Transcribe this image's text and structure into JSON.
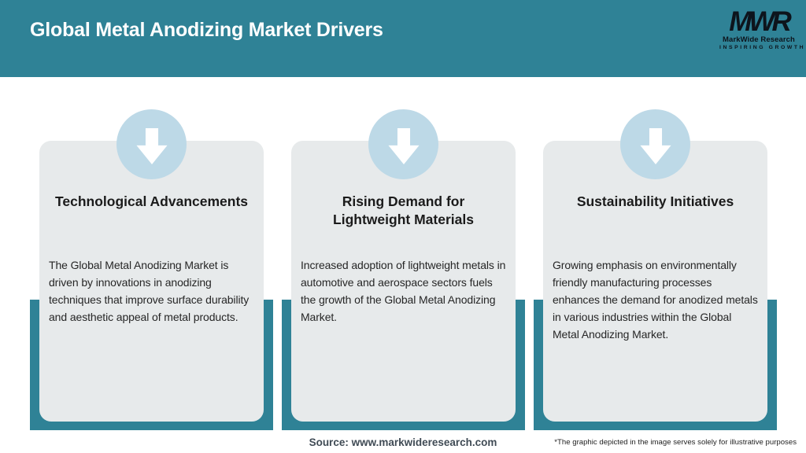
{
  "header": {
    "title": "Global Metal Anodizing Market Drivers",
    "logo": {
      "monogram": "MWR",
      "name": "MarkWide Research",
      "tagline": "INSPIRING GROWTH"
    }
  },
  "cards": [
    {
      "title": "Technological Advancements",
      "description": "The Global Metal Anodizing Market is driven by innovations in anodizing techniques that improve surface durability and aesthetic appeal of metal products."
    },
    {
      "title": "Rising Demand for Lightweight Materials",
      "description": "Increased adoption of lightweight metals in automotive and aerospace sectors fuels the growth of the Global Metal Anodizing Market."
    },
    {
      "title": "Sustainability Initiatives",
      "description": "Growing emphasis on environmentally friendly manufacturing processes enhances the demand for anodized metals in various industries within the Global Metal Anodizing Market."
    }
  ],
  "footer": {
    "source": "Source: www.markwideresearch.com",
    "disclaimer": "*The graphic depicted in the image serves solely for illustrative purposes"
  },
  "icons": {
    "card_icon": "down-arrow-icon"
  },
  "colors": {
    "header_teal": "#2F8296",
    "backdrop_teal": "#2F8296",
    "circle_blue": "#BDD9E7",
    "card_background": "#E7EAEB",
    "title_white": "#FFFFFF",
    "text_dark": "#262626",
    "logo_navy": "#0D141C"
  }
}
